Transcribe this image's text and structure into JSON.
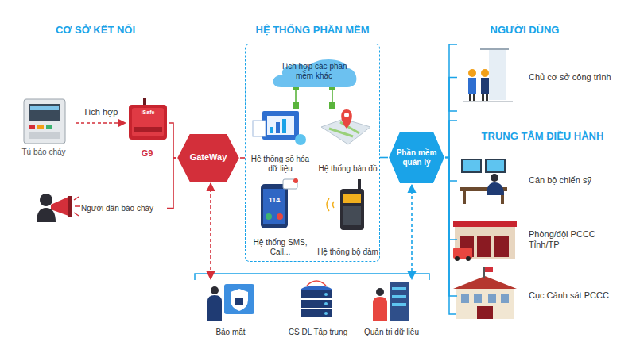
{
  "diagram": {
    "nodes": [
      {
        "text": [
          "HỆ THỐNG PHẦN MỀM"
        ]
      },
      {
        "text": [
          "Tích hợp các phần mềm khác"
        ],
        "in": 0
      },
      {
        "text": [
          "Hệ thống số hóa dữ liệu"
        ],
        "in": 0
      },
      {
        "text": [
          "Hệ thống bản đồ"
        ],
        "in": 0
      },
      {
        "text": [
          "Hệ thống SMS, Call..."
        ],
        "in": 0
      },
      {
        "text": [
          "Hệ thống bộ đàm"
        ],
        "in": 0
      },
      {
        "text": [
          "Tủ báo cháy"
        ]
      },
      {
        "text": [
          "G9"
        ]
      },
      {
        "text": [
          "Người dân báo cháy"
        ]
      },
      {
        "text": [
          "GateWay"
        ]
      },
      {
        "text": [
          "Phần mềm quản lý"
        ]
      },
      {
        "text": [
          "Chủ cơ sở công trình"
        ]
      },
      {
        "text": [
          "Cán bộ chiến sỹ"
        ]
      },
      {
        "text": [
          "Phòng/đội PCCC Tỉnh/TP"
        ]
      },
      {
        "text": [
          "Cục Cảnh sát PCCC"
        ]
      },
      {
        "text": [
          "Bảo mật"
        ]
      },
      {
        "text": [
          "CS DL Tập trung"
        ]
      },
      {
        "text": [
          "Quản trị dữ liệu"
        ]
      }
    ],
    "edges": [
      {
        "from": 6,
        "to": 7,
        "label": "Tích hợp",
        "arrow": "to"
      },
      {
        "from": 7,
        "to": 9,
        "arrow": "none"
      },
      {
        "from": 8,
        "to": 9,
        "arrow": "none"
      },
      {
        "from": 9,
        "to": 0,
        "arrow": "none"
      },
      {
        "from": 0,
        "to": 10,
        "arrow": "none"
      },
      {
        "from": 10,
        "to": 11,
        "arrow": "none"
      },
      {
        "from": 10,
        "to": 12,
        "arrow": "none"
      },
      {
        "from": 10,
        "to": 13,
        "arrow": "none"
      },
      {
        "from": 10,
        "to": 14,
        "arrow": "none"
      },
      {
        "from": 1,
        "to": 2,
        "arrow": "none"
      },
      {
        "from": 1,
        "to": 3,
        "arrow": "none"
      },
      {
        "from": 9,
        "to": 15,
        "arrow": "both"
      },
      {
        "from": 10,
        "to": 17,
        "arrow": "both"
      }
    ],
    "labels": [
      "CƠ SỞ KẾT NỐI",
      "NGƯỜI DÙNG",
      "TRUNG TÂM ĐIỀU HÀNH",
      "iSafe",
      "114"
    ]
  }
}
